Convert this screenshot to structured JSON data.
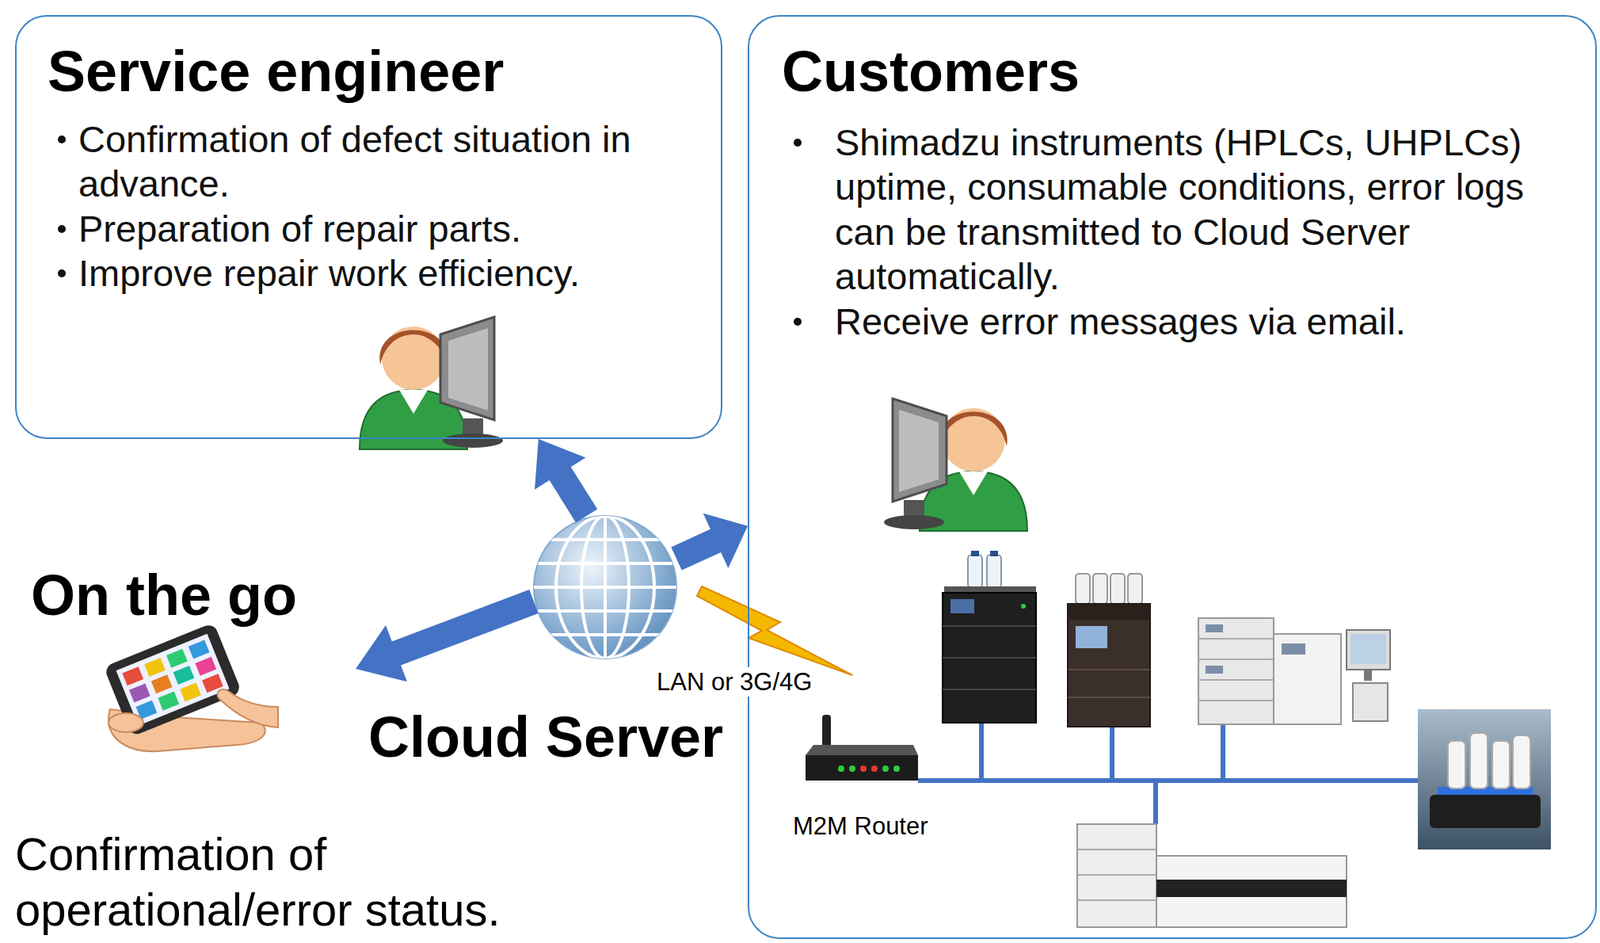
{
  "diagram": {
    "nodes": [
      {
        "text": [
          "Service engineer",
          "Confirmation of defect situation in advance.",
          "Preparation of repair parts.",
          "Improve repair work efficiency."
        ]
      },
      {
        "text": [
          "Customers",
          "Shimadzu instruments (HPLCs, UHPLCs) uptime, consumable conditions, error logs can be transmitted to Cloud Server automatically.",
          "Receive error messages via email."
        ]
      },
      {
        "text": [
          "On the go"
        ]
      },
      {
        "text": [
          "Cloud Server"
        ]
      }
    ],
    "edges": [
      {
        "from": 3,
        "to": 0,
        "arrow": "to"
      },
      {
        "from": 3,
        "to": 1,
        "arrow": "to"
      },
      {
        "from": 3,
        "to": 2,
        "arrow": "to"
      }
    ],
    "labels": [
      "LAN or 3G/4G",
      "M2M Router",
      "Confirmation of operational/error status."
    ]
  }
}
